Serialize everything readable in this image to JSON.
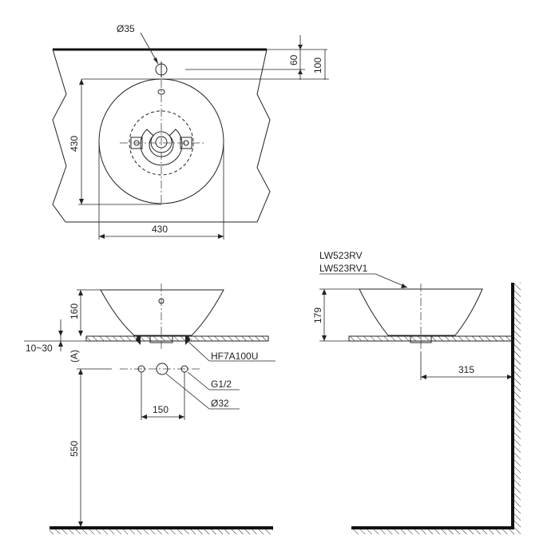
{
  "labels": {
    "hole_diameter": "Ø35",
    "dim_60": "60",
    "dim_100": "100",
    "dim_430_vertical": "430",
    "dim_430_horizontal": "430",
    "model_1": "LW523RV",
    "model_2": "LW523RV1",
    "dim_160": "160",
    "dim_10_30": "10~30",
    "label_a": "(A)",
    "drain_part": "HF7A100U",
    "thread_size": "G1/2",
    "dim_150": "150",
    "drain_diameter": "Ø32",
    "dim_550": "550",
    "dim_179": "179",
    "dim_315": "315"
  },
  "colors": {
    "line": "#222222",
    "background": "#ffffff"
  }
}
